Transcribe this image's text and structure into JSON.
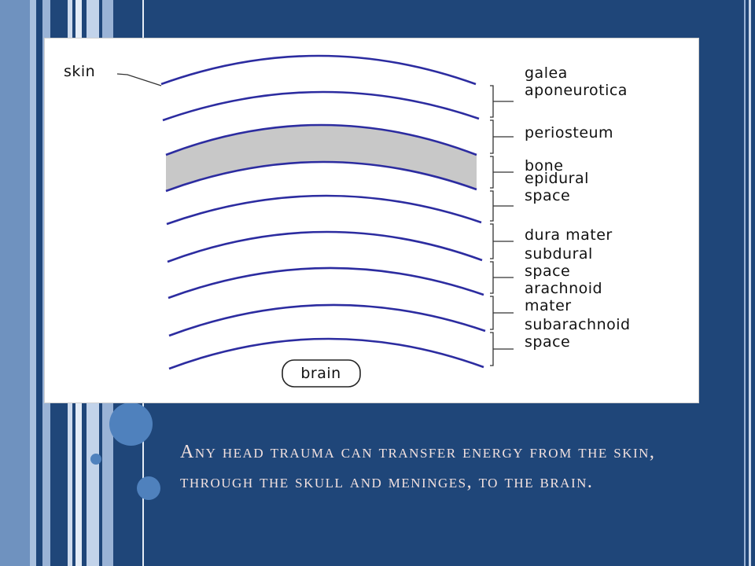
{
  "slide": {
    "colors": {
      "background": "#1f4679",
      "accent": "#4f81bd",
      "layer_line": "#2c2ca0",
      "bone_fill": "#c8c8c8",
      "caption_text": "#f2e1df"
    }
  },
  "diagram": {
    "skin_label": "skin",
    "brain_label": "brain",
    "layer_labels": [
      {
        "lines": [
          "galea",
          "aponeurotica"
        ]
      },
      {
        "lines": [
          "periosteum"
        ]
      },
      {
        "lines": [
          "bone"
        ]
      },
      {
        "lines": [
          "epidural",
          "space"
        ]
      },
      {
        "lines": [
          "dura mater"
        ]
      },
      {
        "lines": [
          "subdural",
          "space"
        ]
      },
      {
        "lines": [
          "arachnoid",
          "mater"
        ]
      },
      {
        "lines": [
          "subarachnoid",
          "space"
        ]
      }
    ]
  },
  "caption": {
    "text": "Any head trauma can transfer energy from the skin, through the skull and meninges, to the brain."
  }
}
